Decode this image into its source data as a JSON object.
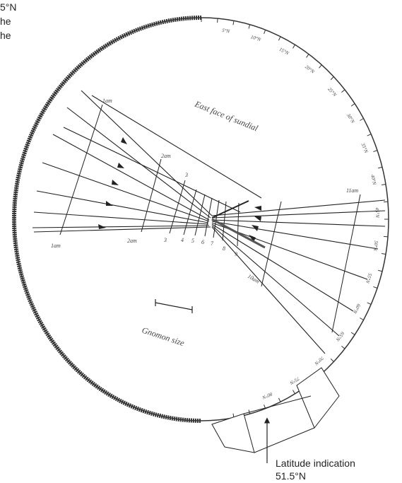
{
  "corner_text": [
    "5°N",
    "he",
    "he"
  ],
  "labels": {
    "face": "East face of sundial",
    "gnomon": "Gnomon size",
    "latitude_caption_1": "Latitude indication",
    "latitude_caption_2": "51.5°N"
  },
  "hour_labels": {
    "top_1am": "1am",
    "top_2am": "2am",
    "top_3": "3",
    "bottom_1am": "1am",
    "bottom_2am": "2am",
    "bottom_3": "3",
    "bottom_4": "4",
    "bottom_5": "5",
    "bottom_6": "6",
    "bottom_7": "7",
    "bottom_8": "8",
    "bottom_9": "9",
    "right_11am": "11am",
    "right_10am": "10am"
  },
  "rim_labels": [
    "5°N",
    "10°N",
    "15°N",
    "20°N",
    "25°N",
    "30°N",
    "35°N",
    "40°N",
    "45°N",
    "50°N",
    "55°N",
    "60°N",
    "65°N",
    "70°N",
    "75°N",
    "80°N"
  ],
  "colors": {
    "ink": "#222222",
    "rim": "#333333",
    "paper": "#ffffff"
  }
}
